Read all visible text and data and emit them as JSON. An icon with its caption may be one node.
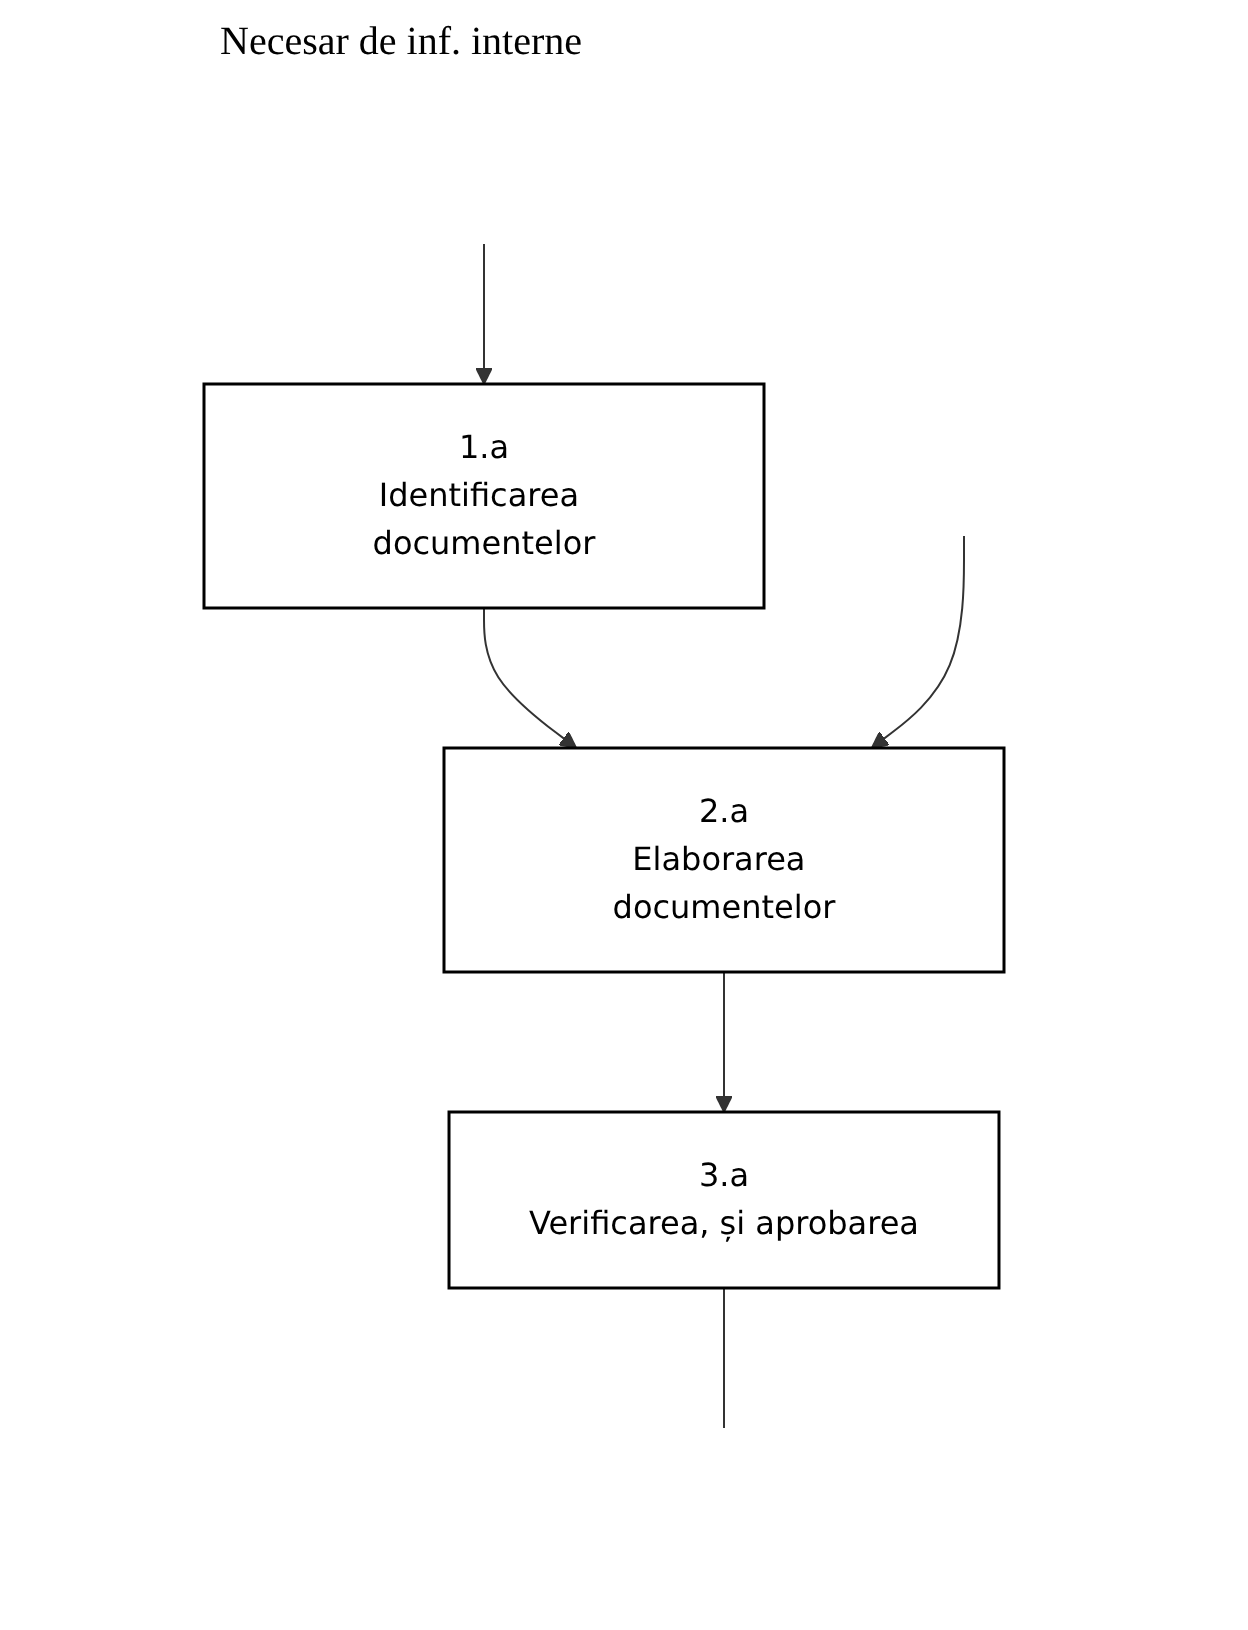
{
  "diagram": {
    "nodes": [
      {
        "text": [
          "1.a",
          "Identificarea documentelor"
        ]
      },
      {
        "text": [
          "2.a",
          "Elaborarea documentelor"
        ]
      },
      {
        "text": [
          "3.a",
          "Verificarea, și aprobarea"
        ]
      }
    ],
    "edges": [
      {
        "from": null,
        "to": 0,
        "arrow": "to"
      },
      {
        "from": 0,
        "to": 1,
        "arrow": "to"
      },
      {
        "from": 1,
        "to": 2,
        "arrow": "to"
      },
      {
        "from": 2,
        "to": null,
        "arrow": "none"
      },
      {
        "from": null,
        "to": 1,
        "arrow": "to"
      }
    ],
    "labels": [
      "Necesar de inf. interne"
    ]
  }
}
